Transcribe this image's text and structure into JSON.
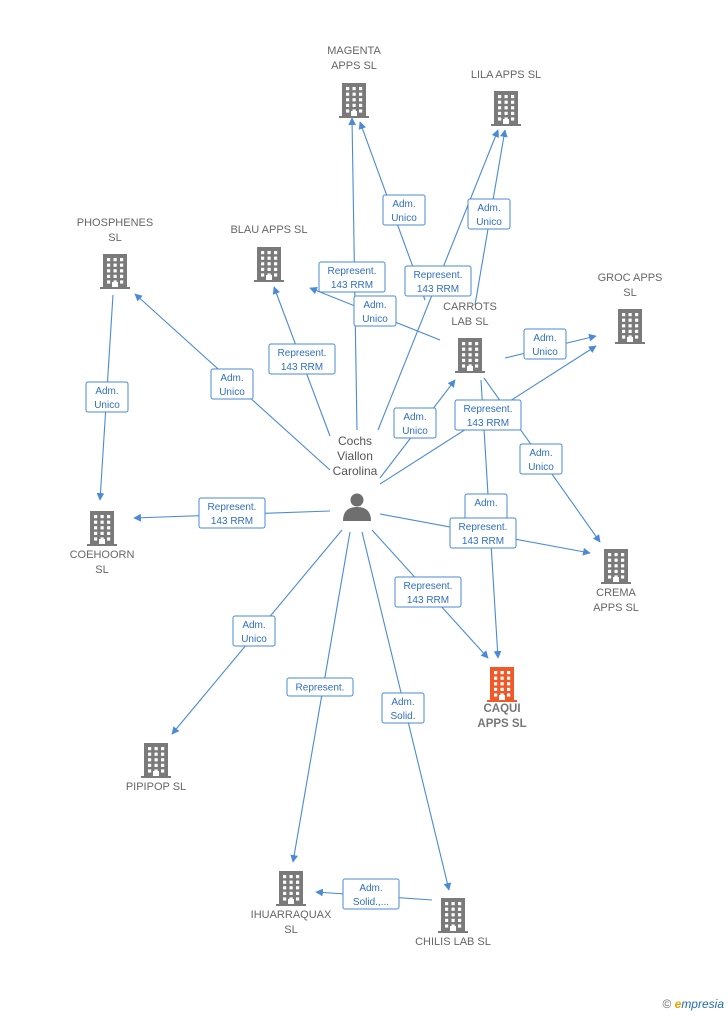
{
  "diagram": {
    "person": {
      "id": "person",
      "name_lines": [
        "Cochs",
        "Viallon",
        "Carolina"
      ]
    },
    "companies": [
      {
        "id": "magenta",
        "lines": [
          "MAGENTA",
          "APPS  SL"
        ],
        "color": "#7a7a7a"
      },
      {
        "id": "lila",
        "lines": [
          "LILA APPS  SL"
        ],
        "color": "#7a7a7a"
      },
      {
        "id": "phosphenes",
        "lines": [
          "PHOSPHENES",
          "SL"
        ],
        "color": "#7a7a7a"
      },
      {
        "id": "blau",
        "lines": [
          "BLAU APPS  SL"
        ],
        "color": "#7a7a7a"
      },
      {
        "id": "groc",
        "lines": [
          "GROC APPS",
          "SL"
        ],
        "color": "#7a7a7a"
      },
      {
        "id": "carrots",
        "lines": [
          "CARROTS",
          "LAB  SL"
        ],
        "color": "#7a7a7a"
      },
      {
        "id": "coehoorn",
        "lines": [
          "COEHOORN",
          "SL"
        ],
        "color": "#7a7a7a"
      },
      {
        "id": "crema",
        "lines": [
          "CREMA",
          "APPS  SL"
        ],
        "color": "#7a7a7a"
      },
      {
        "id": "caqui",
        "lines": [
          "CAQUI",
          "APPS  SL"
        ],
        "color": "#f05a28",
        "highlight": true
      },
      {
        "id": "pipipop",
        "lines": [
          "PIPIPOP SL"
        ],
        "color": "#7a7a7a"
      },
      {
        "id": "ihuarraquax",
        "lines": [
          "IHUARRAQUAX",
          "SL"
        ],
        "color": "#7a7a7a"
      },
      {
        "id": "chilis",
        "lines": [
          "CHILIS LAB  SL"
        ],
        "color": "#7a7a7a"
      }
    ],
    "edges": [
      {
        "id": "e-magenta-rep",
        "label": [
          "Represent.",
          "143 RRM"
        ]
      },
      {
        "id": "e-magenta-adm",
        "label": [
          "Adm.",
          "Unico"
        ]
      },
      {
        "id": "e-lila-adm",
        "label": [
          "Adm.",
          "Unico"
        ]
      },
      {
        "id": "e-lila-rep",
        "label": [
          "Represent.",
          "143 RRM"
        ]
      },
      {
        "id": "e-phos-adm",
        "label": [
          "Adm.",
          "Unico"
        ]
      },
      {
        "id": "e-blau-rep",
        "label": [
          "Represent.",
          "143 RRM"
        ]
      },
      {
        "id": "e-blau-adm",
        "label": [
          "Adm.",
          "Unico"
        ]
      },
      {
        "id": "e-phos-coeh",
        "label": [
          "Adm.",
          "Unico"
        ]
      },
      {
        "id": "e-groc-adm",
        "label": [
          "Adm.",
          "Unico"
        ]
      },
      {
        "id": "e-carrots-adm",
        "label": [
          "Adm.",
          "Unico"
        ]
      },
      {
        "id": "e-groc-rep",
        "label": [
          "Represent.",
          "143 RRM"
        ]
      },
      {
        "id": "e-crema-adm",
        "label": [
          "Adm.",
          "Unico"
        ]
      },
      {
        "id": "e-coeh-rep",
        "label": [
          "Represent.",
          "143 RRM"
        ]
      },
      {
        "id": "e-caqui-adm",
        "label": [
          "Adm.",
          ""
        ]
      },
      {
        "id": "e-crema-rep",
        "label": [
          "Represent.",
          "143 RRM"
        ]
      },
      {
        "id": "e-caqui-rep",
        "label": [
          "Represent.",
          "143 RRM"
        ]
      },
      {
        "id": "e-pipipop-adm",
        "label": [
          "Adm.",
          "Unico"
        ]
      },
      {
        "id": "e-ihu-rep",
        "label": [
          "Represent."
        ]
      },
      {
        "id": "e-chilis-adm",
        "label": [
          "Adm.",
          "Solid."
        ]
      },
      {
        "id": "e-chilis-ihu",
        "label": [
          "Adm.",
          "Solid.,..."
        ]
      }
    ]
  },
  "footer": {
    "copyright": "©",
    "brand_initial": "e",
    "brand_rest": "mpresia"
  }
}
